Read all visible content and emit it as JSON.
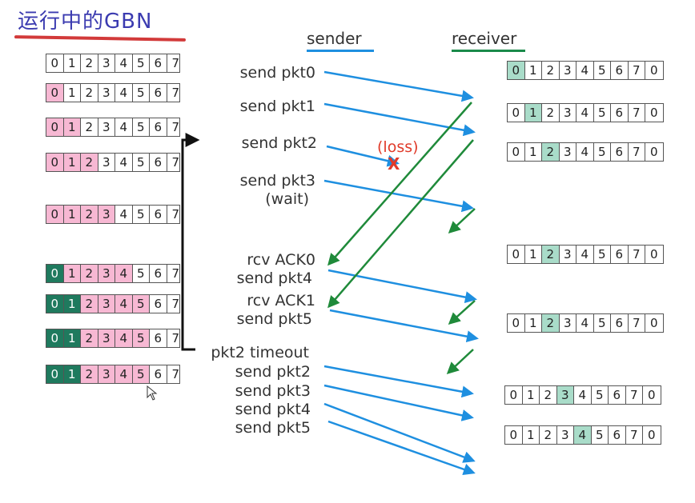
{
  "title": "运行中的GBN",
  "headers": {
    "sender": "sender",
    "receiver": "receiver"
  },
  "colors": {
    "sender_line": "#1e8fe0",
    "receiver_line": "#1a8a4a",
    "data_arrow": "#1e8fe0",
    "ack_arrow": "#1f8a3a",
    "loss": "#e03b2a",
    "pink": "#f7b8d3",
    "dark_green": "#1f7a5e",
    "light_green": "#a9dcc9"
  },
  "sender_windows": [
    {
      "cells": [
        "0",
        "1",
        "2",
        "3",
        "4",
        "5",
        "6",
        "7"
      ],
      "pink": [],
      "dark": []
    },
    {
      "cells": [
        "0",
        "1",
        "2",
        "3",
        "4",
        "5",
        "6",
        "7"
      ],
      "pink": [
        0
      ],
      "dark": []
    },
    {
      "cells": [
        "0",
        "1",
        "2",
        "3",
        "4",
        "5",
        "6",
        "7"
      ],
      "pink": [
        0,
        1
      ],
      "dark": []
    },
    {
      "cells": [
        "0",
        "1",
        "2",
        "3",
        "4",
        "5",
        "6",
        "7"
      ],
      "pink": [
        0,
        1,
        2
      ],
      "dark": []
    },
    {
      "cells": [
        "0",
        "1",
        "2",
        "3",
        "4",
        "5",
        "6",
        "7"
      ],
      "pink": [
        0,
        1,
        2,
        3
      ],
      "dark": []
    },
    {
      "cells": [
        "0",
        "1",
        "2",
        "3",
        "4",
        "5",
        "6",
        "7"
      ],
      "pink": [
        1,
        2,
        3,
        4
      ],
      "dark": [
        0
      ]
    },
    {
      "cells": [
        "0",
        "1",
        "2",
        "3",
        "4",
        "5",
        "6",
        "7"
      ],
      "pink": [
        2,
        3,
        4,
        5
      ],
      "dark": [
        0,
        1
      ]
    },
    {
      "cells": [
        "0",
        "1",
        "2",
        "3",
        "4",
        "5",
        "6",
        "7"
      ],
      "pink": [
        2,
        3,
        4,
        5
      ],
      "dark": [
        0,
        1
      ]
    },
    {
      "cells": [
        "0",
        "1",
        "2",
        "3",
        "4",
        "5",
        "6",
        "7"
      ],
      "pink": [
        2,
        3,
        4,
        5
      ],
      "dark": [
        0,
        1
      ]
    }
  ],
  "receiver_windows": [
    {
      "cells": [
        "0",
        "1",
        "2",
        "3",
        "4",
        "5",
        "6",
        "7",
        "0"
      ],
      "hl": 0
    },
    {
      "cells": [
        "0",
        "1",
        "2",
        "3",
        "4",
        "5",
        "6",
        "7",
        "0"
      ],
      "hl": 1
    },
    {
      "cells": [
        "0",
        "1",
        "2",
        "3",
        "4",
        "5",
        "6",
        "7",
        "0"
      ],
      "hl": 2
    },
    {
      "cells": [
        "0",
        "1",
        "2",
        "3",
        "4",
        "5",
        "6",
        "7",
        "0"
      ],
      "hl": 2
    },
    {
      "cells": [
        "0",
        "1",
        "2",
        "3",
        "4",
        "5",
        "6",
        "7",
        "0"
      ],
      "hl": 2
    },
    {
      "cells": [
        "0",
        "1",
        "2",
        "3",
        "4",
        "5",
        "6",
        "7",
        "0"
      ],
      "hl": 3
    },
    {
      "cells": [
        "0",
        "1",
        "2",
        "3",
        "4",
        "5",
        "6",
        "7",
        "0"
      ],
      "hl": 4
    }
  ],
  "events": {
    "e1": "send pkt0",
    "e2": "send pkt1",
    "e3": "send pkt2",
    "e4": "send pkt3",
    "e4b": "(wait)",
    "e5": "rcv ACK0",
    "e6": "send pkt4",
    "e7": "rcv ACK1",
    "e8": "send pkt5",
    "e9": "pkt2 timeout",
    "e10": "send pkt2",
    "e11": "send pkt3",
    "e12": "send pkt4",
    "e13": "send pkt5"
  },
  "loss_label": "(loss)",
  "loss_mark": "X"
}
